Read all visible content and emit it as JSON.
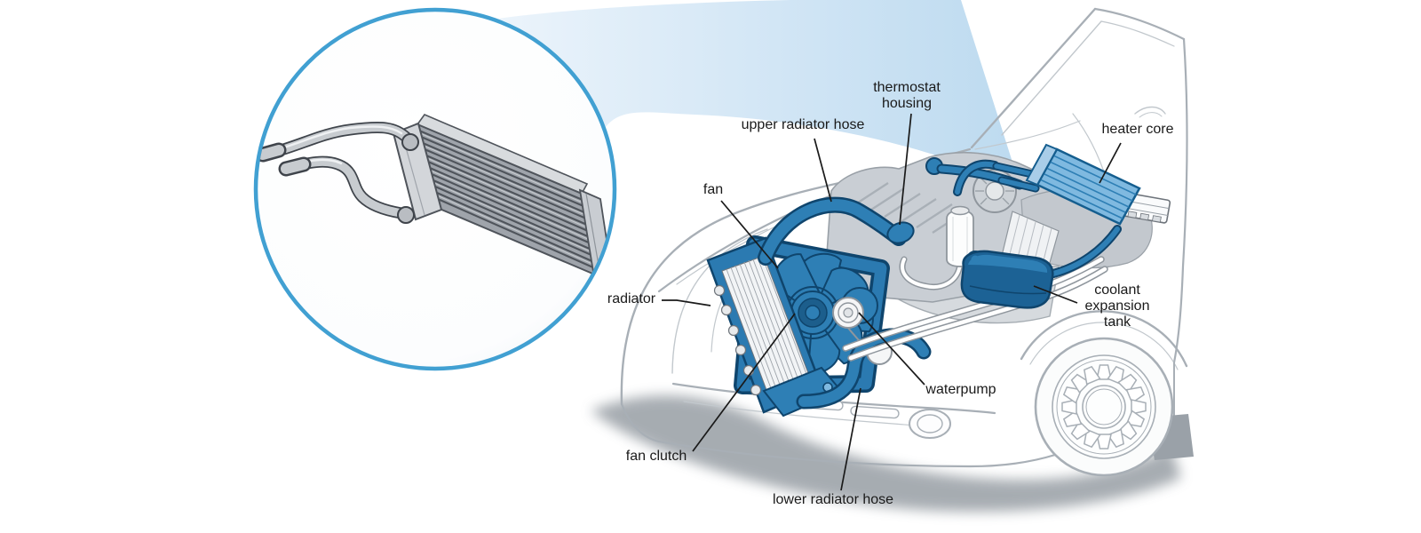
{
  "labels": {
    "thermostat_housing": {
      "text": "thermostat\nhousing"
    },
    "upper_radiator_hose": {
      "text": "upper radiator hose"
    },
    "fan": {
      "text": "fan"
    },
    "radiator": {
      "text": "radiator"
    },
    "heater_core": {
      "text": "heater core"
    },
    "coolant_expansion_tank": {
      "text": "coolant\nexpansion\ntank"
    },
    "waterpump": {
      "text": "waterpump"
    },
    "fan_clutch": {
      "text": "fan clutch"
    },
    "lower_radiator_hose": {
      "text": "lower radiator hose"
    }
  },
  "colors": {
    "part_blue": "#2B7AB1",
    "part_blue_dark": "#0F456D",
    "part_blue_deep": "#1C6295",
    "heater_core_light_blue": "#7FB9E0",
    "magnifier_ring_blue": "#41A0D2",
    "beam_blue": "#BFDCF0",
    "car_line_gray": "#A8AFB6",
    "engine_gray": "#C9CED4",
    "shadow_gray": "#8E959C",
    "label_text": "#1A1A1A"
  }
}
